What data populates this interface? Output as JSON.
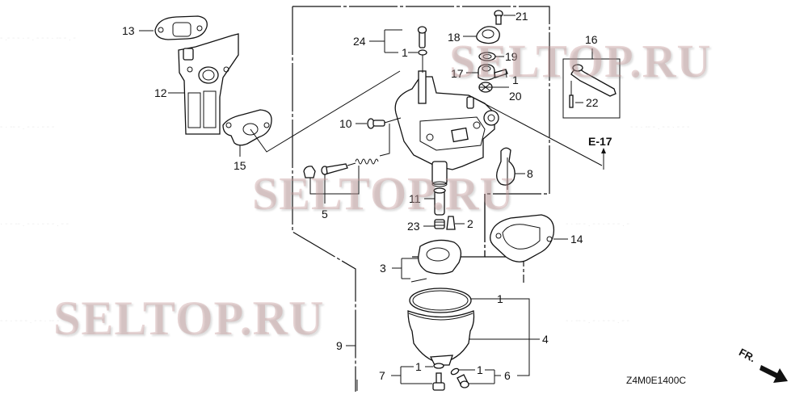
{
  "diagram": {
    "type": "exploded parts diagram",
    "subject": "carburetor assembly",
    "drawing_code": "Z4M0E1400C",
    "cross_reference": "E-17",
    "direction_indicator": "FR.",
    "watermark": "SELTOP.RU",
    "callouts": [
      {
        "id": "c13",
        "label": "13",
        "part": "gasket (insulator top)"
      },
      {
        "id": "c12",
        "label": "12",
        "part": "insulator / bracket"
      },
      {
        "id": "c15",
        "label": "15",
        "part": "gasket"
      },
      {
        "id": "c24",
        "label": "24",
        "part": "screw set"
      },
      {
        "id": "c1a",
        "label": "1",
        "part": "washer (in 24)"
      },
      {
        "id": "c18",
        "label": "18",
        "part": "cover"
      },
      {
        "id": "c21",
        "label": "21",
        "part": "screw"
      },
      {
        "id": "c19",
        "label": "19",
        "part": "seal"
      },
      {
        "id": "c17",
        "label": "17",
        "part": "lever"
      },
      {
        "id": "c1b",
        "label": "1",
        "part": "seal (20)"
      },
      {
        "id": "c20",
        "label": "20",
        "part": "packing"
      },
      {
        "id": "c16",
        "label": "16",
        "part": "choke lever set"
      },
      {
        "id": "c22",
        "label": "22",
        "part": "pin"
      },
      {
        "id": "c10",
        "label": "10",
        "part": "screw"
      },
      {
        "id": "c5",
        "label": "5",
        "part": "pilot screw set"
      },
      {
        "id": "c8",
        "label": "8",
        "part": "lever"
      },
      {
        "id": "c11",
        "label": "11",
        "part": "nozzle"
      },
      {
        "id": "c23",
        "label": "23",
        "part": "main jet"
      },
      {
        "id": "c2",
        "label": "2",
        "part": "float valve"
      },
      {
        "id": "c14",
        "label": "14",
        "part": "gasket"
      },
      {
        "id": "c3",
        "label": "3",
        "part": "float set"
      },
      {
        "id": "c1c",
        "label": "1",
        "part": "float chamber gasket"
      },
      {
        "id": "c4",
        "label": "4",
        "part": "float chamber"
      },
      {
        "id": "c9",
        "label": "9",
        "part": "carburetor assembly"
      },
      {
        "id": "c7",
        "label": "7",
        "part": "bolt set"
      },
      {
        "id": "c1d",
        "label": "1",
        "part": "washer (in 7)"
      },
      {
        "id": "c1e",
        "label": "1",
        "part": "washer (in 6)"
      },
      {
        "id": "c6",
        "label": "6",
        "part": "drain screw set"
      }
    ]
  }
}
